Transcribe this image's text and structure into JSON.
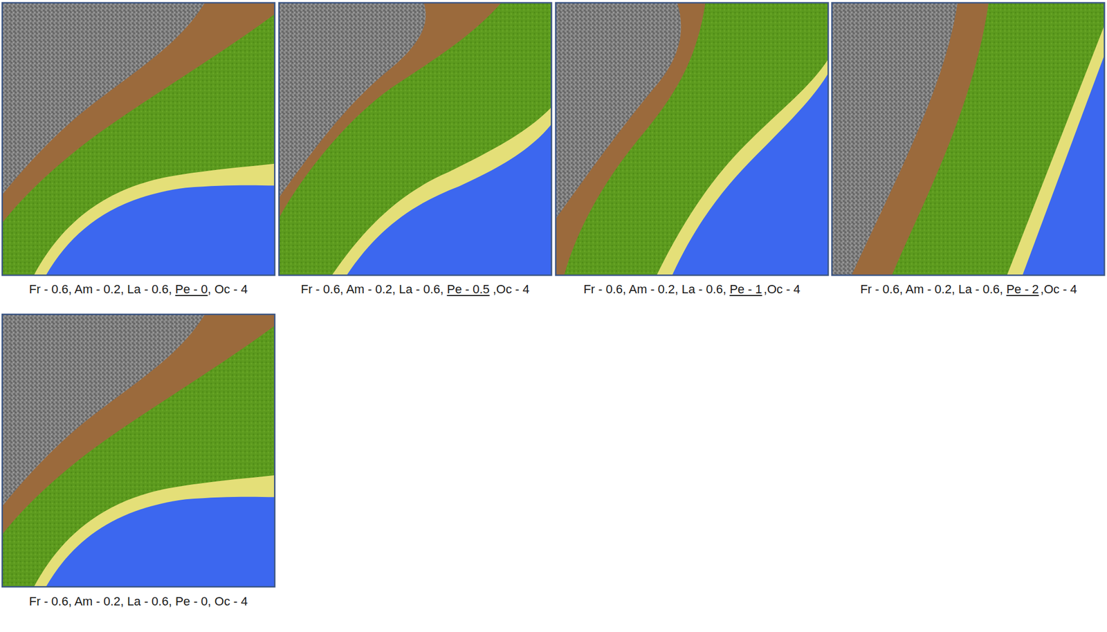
{
  "diagram": {
    "labels": [
      "Fr - 0.6, Am - 0.2, La - 0.6,",
      "Pe - 0",
      ", Oc - 4",
      "Fr - 0.6, Am - 0.2, La - 0.6,",
      "Pe - 0.5",
      ",Oc - 4",
      "Fr - 0.6, Am - 0.2, La - 0.6,",
      "Pe - 1",
      ",Oc - 4",
      "Fr - 0.6, Am - 0.2, La - 0.6,",
      "Pe - 2",
      ",Oc - 4",
      "Fr - 0.6, Am - 0.2, La - 0.6, Pe - 0, Oc - 4"
    ]
  }
}
